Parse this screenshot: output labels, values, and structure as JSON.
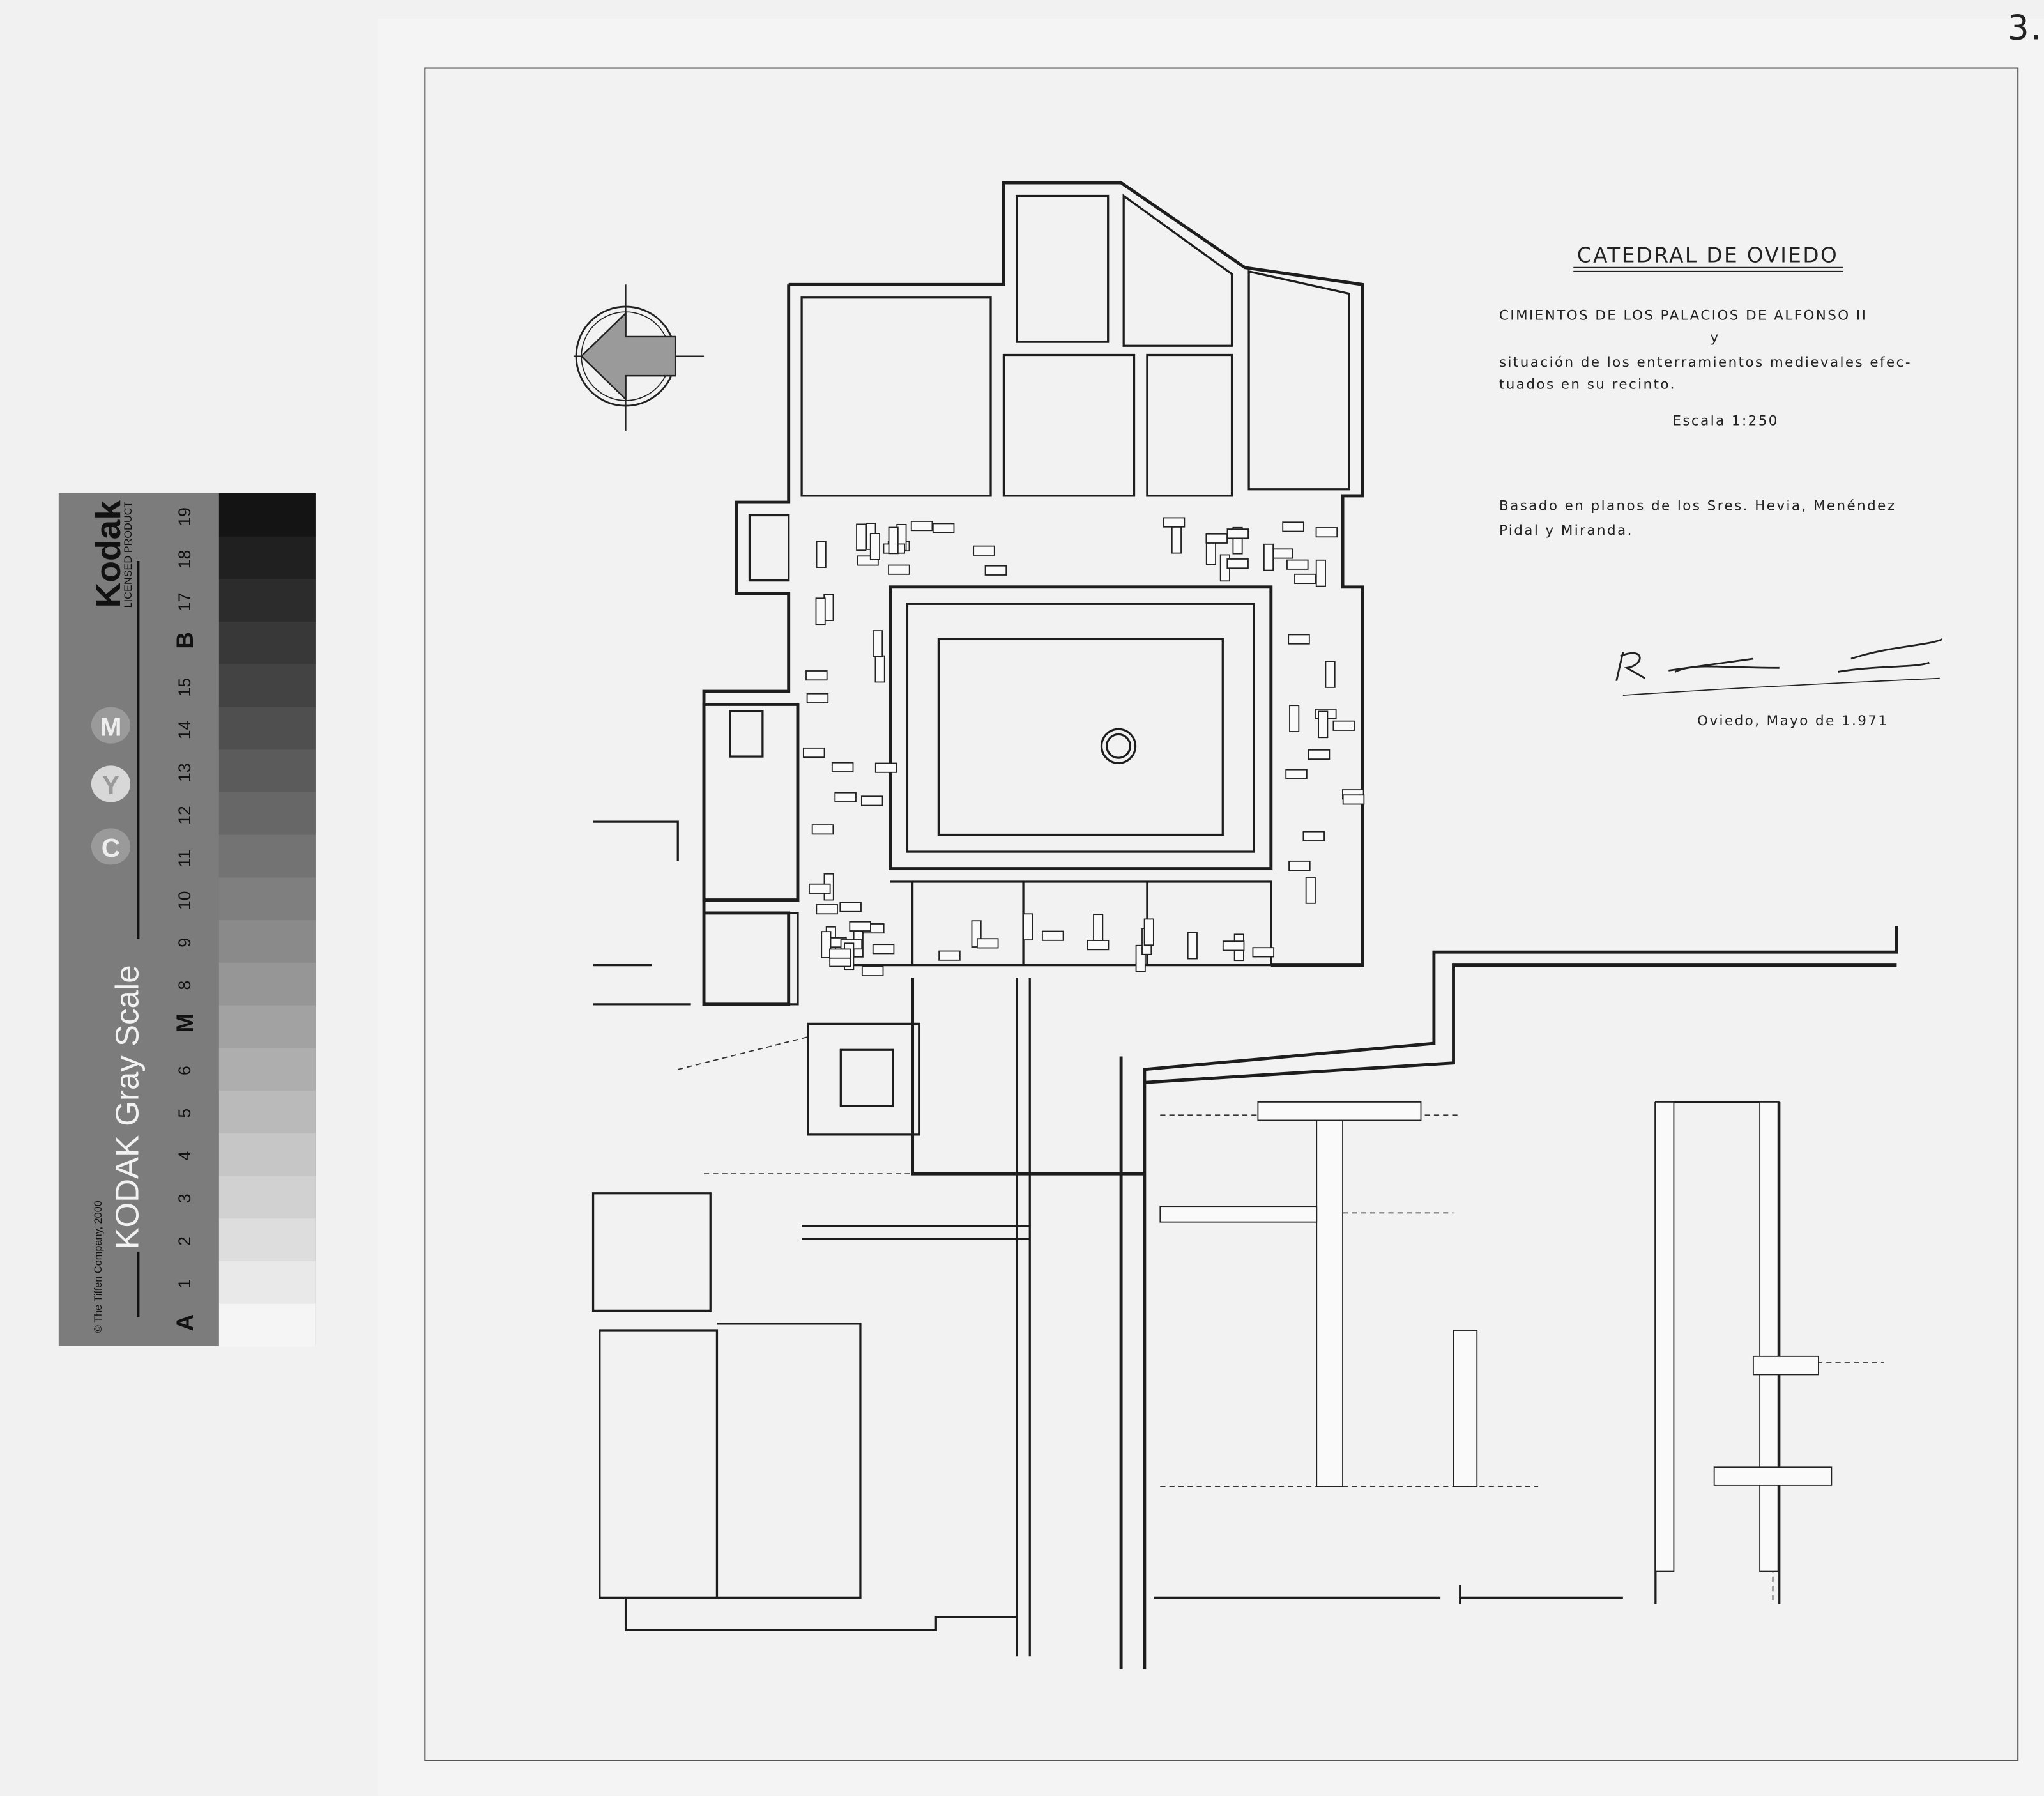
{
  "page_number": "3.",
  "plan": {
    "title": "CATEDRAL DE OVIEDO",
    "subtitle_line1": "CIMIENTOS DE LOS PALACIOS DE ALFONSO II",
    "subtitle_conj": "y",
    "subtitle_line2": "situación de los enterramientos medievales efec-",
    "subtitle_line3": "tuados en su recinto.",
    "scale": "Escala 1:250",
    "based_on_line1": "Basado en planos de los Sres. Hevia, Menéndez",
    "based_on_line2": "Pidal y Miranda.",
    "signature": "R. T...",
    "place_date": "Oviedo, Mayo de 1.971",
    "north_arrow_icon": "north-arrow-icon"
  },
  "gray_scale_card": {
    "brand": "Kodak",
    "brand_sub": "LICENSED PRODUCT",
    "product": "KODAK Gray Scale",
    "copyright": "© The Tiffen Company, 2000",
    "color_dots": [
      "C",
      "Y",
      "M"
    ],
    "patch_labels": [
      "A",
      "1",
      "2",
      "3",
      "4",
      "5",
      "6",
      "M",
      "8",
      "9",
      "10",
      "11",
      "12",
      "13",
      "14",
      "15",
      "B",
      "17",
      "18",
      "19"
    ]
  }
}
